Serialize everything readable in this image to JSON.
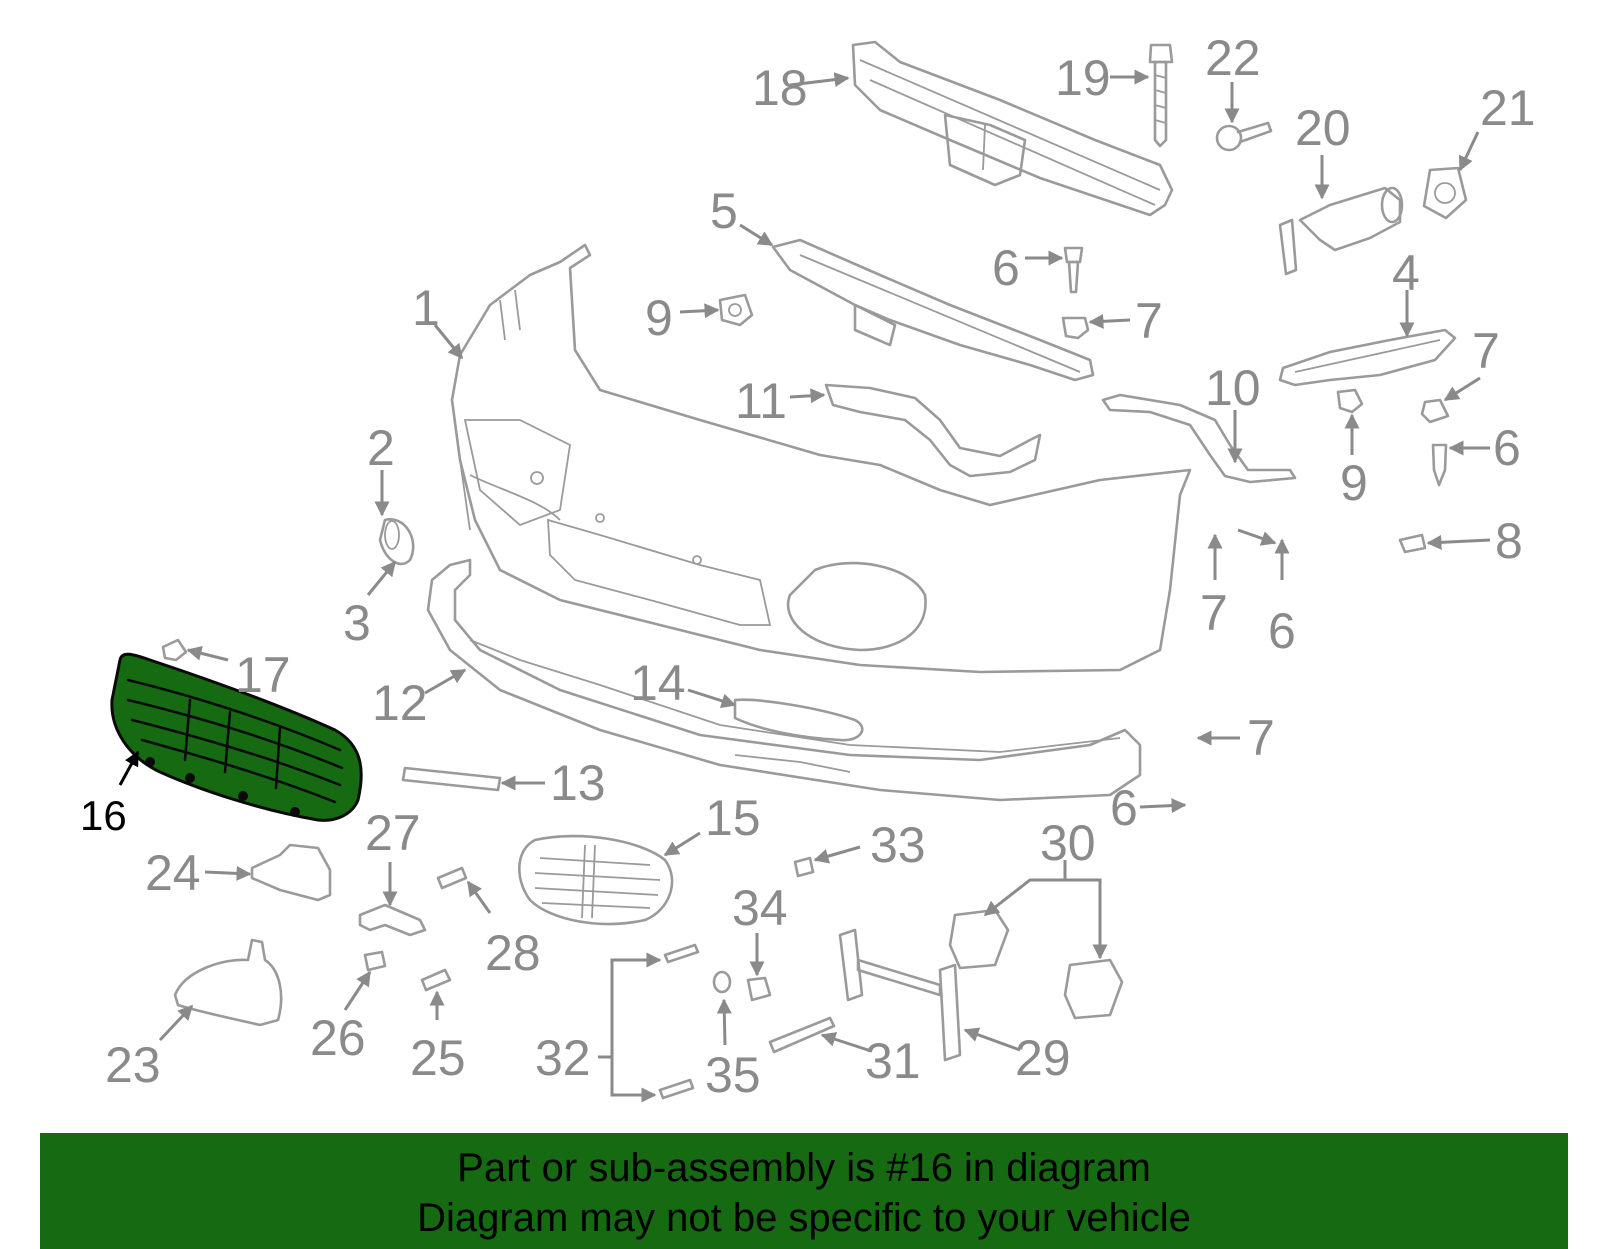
{
  "colors": {
    "highlight": "#156a12",
    "parts": "#9a9a9a",
    "labels": "#8a8a8a",
    "banner": "#156a12"
  },
  "callouts": [
    {
      "id": "1",
      "text": "1"
    },
    {
      "id": "2",
      "text": "2"
    },
    {
      "id": "3",
      "text": "3"
    },
    {
      "id": "4",
      "text": "4"
    },
    {
      "id": "5",
      "text": "5"
    },
    {
      "id": "6a",
      "text": "6"
    },
    {
      "id": "6b",
      "text": "6"
    },
    {
      "id": "6c",
      "text": "6"
    },
    {
      "id": "6d",
      "text": "6"
    },
    {
      "id": "7a",
      "text": "7"
    },
    {
      "id": "7b",
      "text": "7"
    },
    {
      "id": "7c",
      "text": "7"
    },
    {
      "id": "7d",
      "text": "7"
    },
    {
      "id": "8",
      "text": "8"
    },
    {
      "id": "9a",
      "text": "9"
    },
    {
      "id": "9b",
      "text": "9"
    },
    {
      "id": "10",
      "text": "10"
    },
    {
      "id": "11",
      "text": "11"
    },
    {
      "id": "12",
      "text": "12"
    },
    {
      "id": "13",
      "text": "13"
    },
    {
      "id": "14",
      "text": "14"
    },
    {
      "id": "15",
      "text": "15"
    },
    {
      "id": "16",
      "text": "16",
      "highlighted": true
    },
    {
      "id": "17",
      "text": "17"
    },
    {
      "id": "18",
      "text": "18"
    },
    {
      "id": "19",
      "text": "19"
    },
    {
      "id": "20",
      "text": "20"
    },
    {
      "id": "21",
      "text": "21"
    },
    {
      "id": "22",
      "text": "22"
    },
    {
      "id": "23",
      "text": "23"
    },
    {
      "id": "24",
      "text": "24"
    },
    {
      "id": "25",
      "text": "25"
    },
    {
      "id": "26",
      "text": "26"
    },
    {
      "id": "27",
      "text": "27"
    },
    {
      "id": "28",
      "text": "28"
    },
    {
      "id": "29",
      "text": "29"
    },
    {
      "id": "30",
      "text": "30"
    },
    {
      "id": "31",
      "text": "31"
    },
    {
      "id": "32",
      "text": "32"
    },
    {
      "id": "33",
      "text": "33"
    },
    {
      "id": "34",
      "text": "34"
    },
    {
      "id": "35",
      "text": "35"
    }
  ],
  "banner": {
    "line1": "Part or sub-assembly is #16 in diagram",
    "line2": "Diagram may not be specific to your vehicle"
  }
}
